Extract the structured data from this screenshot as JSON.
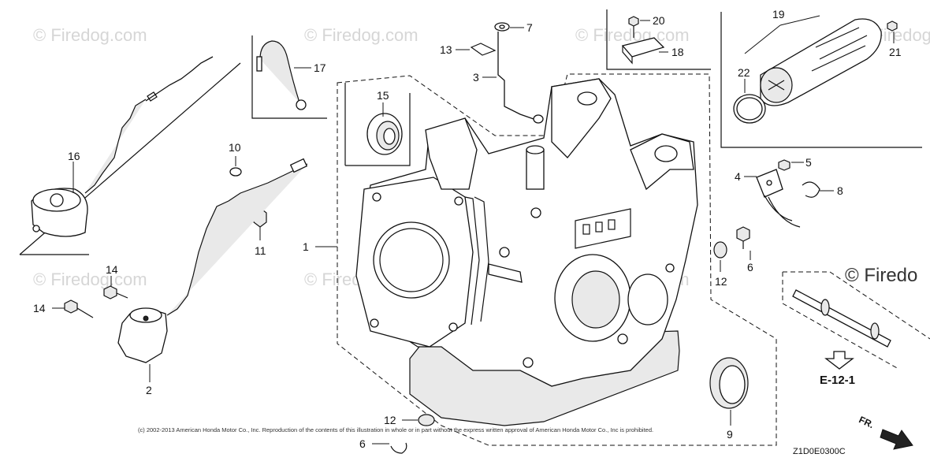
{
  "watermark": "© Firedog.com",
  "watermark_large": "© Firedo",
  "copyright": "(c) 2002-2013 American Honda Motor Co., Inc. Reproduction of the contents of this illustration in whole or in part without the express written approval of American Honda Motor Co., Inc is prohibited.",
  "diagram_code": "Z1D0E0300C",
  "reference_label": "E-12-1",
  "front_label": "FR.",
  "callouts": {
    "c1": "1",
    "c2": "2",
    "c3": "3",
    "c4": "4",
    "c5": "5",
    "c6a": "6",
    "c6b": "6",
    "c7": "7",
    "c8": "8",
    "c9": "9",
    "c10": "10",
    "c11": "11",
    "c12a": "12",
    "c12b": "12",
    "c13": "13",
    "c14a": "14",
    "c14b": "14",
    "c15": "15",
    "c16": "16",
    "c17": "17",
    "c18": "18",
    "c19": "19",
    "c20": "20",
    "c21": "21",
    "c22": "22"
  }
}
